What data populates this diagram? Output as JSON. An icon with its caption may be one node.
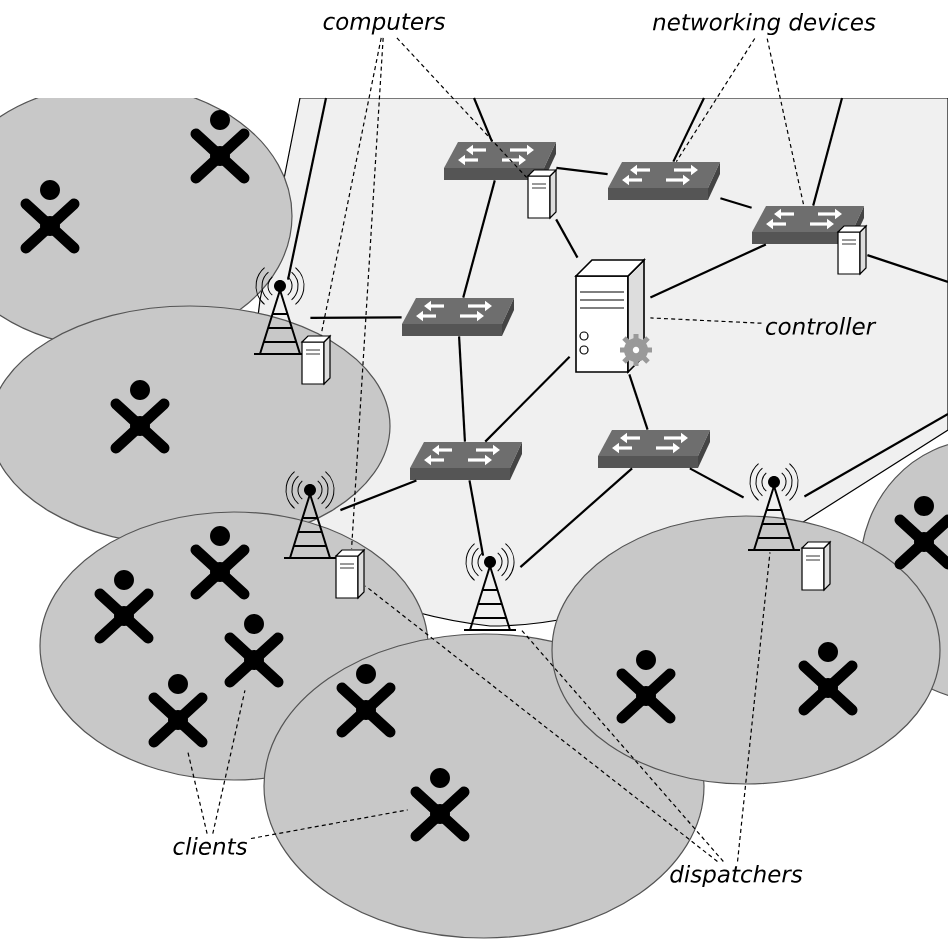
{
  "diagram": {
    "nodes": [
      {
        "text": [
          "computers"
        ]
      },
      {
        "text": [
          "networking devices"
        ]
      },
      {
        "text": [],
        "shape": "switch"
      },
      {
        "text": [],
        "shape": "computer"
      },
      {
        "text": [],
        "shape": "switch"
      },
      {
        "text": [],
        "shape": "switch"
      },
      {
        "text": [],
        "shape": "computer"
      },
      {
        "text": [],
        "shape": "tower"
      },
      {
        "text": [],
        "shape": "computer"
      },
      {
        "text": [],
        "shape": "switch"
      },
      {
        "text": [],
        "shape": "server"
      },
      {
        "text": [
          "controller"
        ]
      },
      {
        "text": [],
        "shape": "switch"
      },
      {
        "text": [],
        "shape": "switch"
      },
      {
        "text": [],
        "shape": "tower"
      },
      {
        "text": [],
        "shape": "computer"
      },
      {
        "text": [],
        "shape": "tower"
      },
      {
        "text": [],
        "shape": "tower"
      },
      {
        "text": [],
        "shape": "computer"
      },
      {
        "text": [],
        "shape": "person"
      },
      {
        "text": [],
        "shape": "person"
      },
      {
        "text": [],
        "shape": "person"
      },
      {
        "text": [],
        "shape": "person"
      },
      {
        "text": [],
        "shape": "person"
      },
      {
        "text": [],
        "shape": "person"
      },
      {
        "text": [],
        "shape": "person"
      },
      {
        "text": [],
        "shape": "person"
      },
      {
        "text": [],
        "shape": "person"
      },
      {
        "text": [],
        "shape": "person"
      },
      {
        "text": [],
        "shape": "person"
      },
      {
        "text": [],
        "shape": "person"
      },
      {
        "text": [
          "clients"
        ]
      },
      {
        "text": [
          "dispatchers"
        ]
      }
    ],
    "edges": [
      {
        "from": null,
        "to": 2,
        "arrow": "none"
      },
      {
        "from": null,
        "to": 4,
        "arrow": "none"
      },
      {
        "from": null,
        "to": 5,
        "arrow": "none"
      },
      {
        "from": null,
        "to": 7,
        "arrow": "none"
      },
      {
        "from": null,
        "to": 6,
        "arrow": "none"
      },
      {
        "from": null,
        "to": 17,
        "arrow": "none"
      },
      {
        "from": 2,
        "to": 4,
        "arrow": "none"
      },
      {
        "from": 4,
        "to": 5,
        "arrow": "none"
      },
      {
        "from": 2,
        "to": 9,
        "arrow": "none"
      },
      {
        "from": 3,
        "to": 10,
        "arrow": "none"
      },
      {
        "from": 5,
        "to": 10,
        "arrow": "none"
      },
      {
        "from": 7,
        "to": 9,
        "arrow": "none"
      },
      {
        "from": 9,
        "to": 12,
        "arrow": "none"
      },
      {
        "from": 12,
        "to": 10,
        "arrow": "none"
      },
      {
        "from": 10,
        "to": 13,
        "arrow": "none"
      },
      {
        "from": 12,
        "to": 14,
        "arrow": "none"
      },
      {
        "from": 12,
        "to": 16,
        "arrow": "none"
      },
      {
        "from": 16,
        "to": 13,
        "arrow": "none"
      },
      {
        "from": 13,
        "to": 17,
        "arrow": "none"
      },
      {
        "from": 0,
        "to": 3,
        "arrow": "none",
        "style": "dashed"
      },
      {
        "from": 0,
        "to": 8,
        "arrow": "none",
        "style": "dashed"
      },
      {
        "from": 0,
        "to": 15,
        "arrow": "none",
        "style": "dashed"
      },
      {
        "from": 1,
        "to": 4,
        "arrow": "none",
        "style": "dashed"
      },
      {
        "from": 1,
        "to": 5,
        "arrow": "none",
        "style": "dashed"
      },
      {
        "from": 11,
        "to": 10,
        "arrow": "none",
        "style": "dashed"
      },
      {
        "from": 31,
        "to": 29,
        "arrow": "none",
        "style": "dashed"
      },
      {
        "from": 31,
        "to": 25,
        "arrow": "none",
        "style": "dashed"
      },
      {
        "from": 31,
        "to": 30,
        "arrow": "none",
        "style": "dashed"
      },
      {
        "from": 32,
        "to": 15,
        "arrow": "none",
        "style": "dashed"
      },
      {
        "from": 32,
        "to": 16,
        "arrow": "none",
        "style": "dashed"
      },
      {
        "from": 32,
        "to": 17,
        "arrow": "none",
        "style": "dashed"
      }
    ]
  }
}
